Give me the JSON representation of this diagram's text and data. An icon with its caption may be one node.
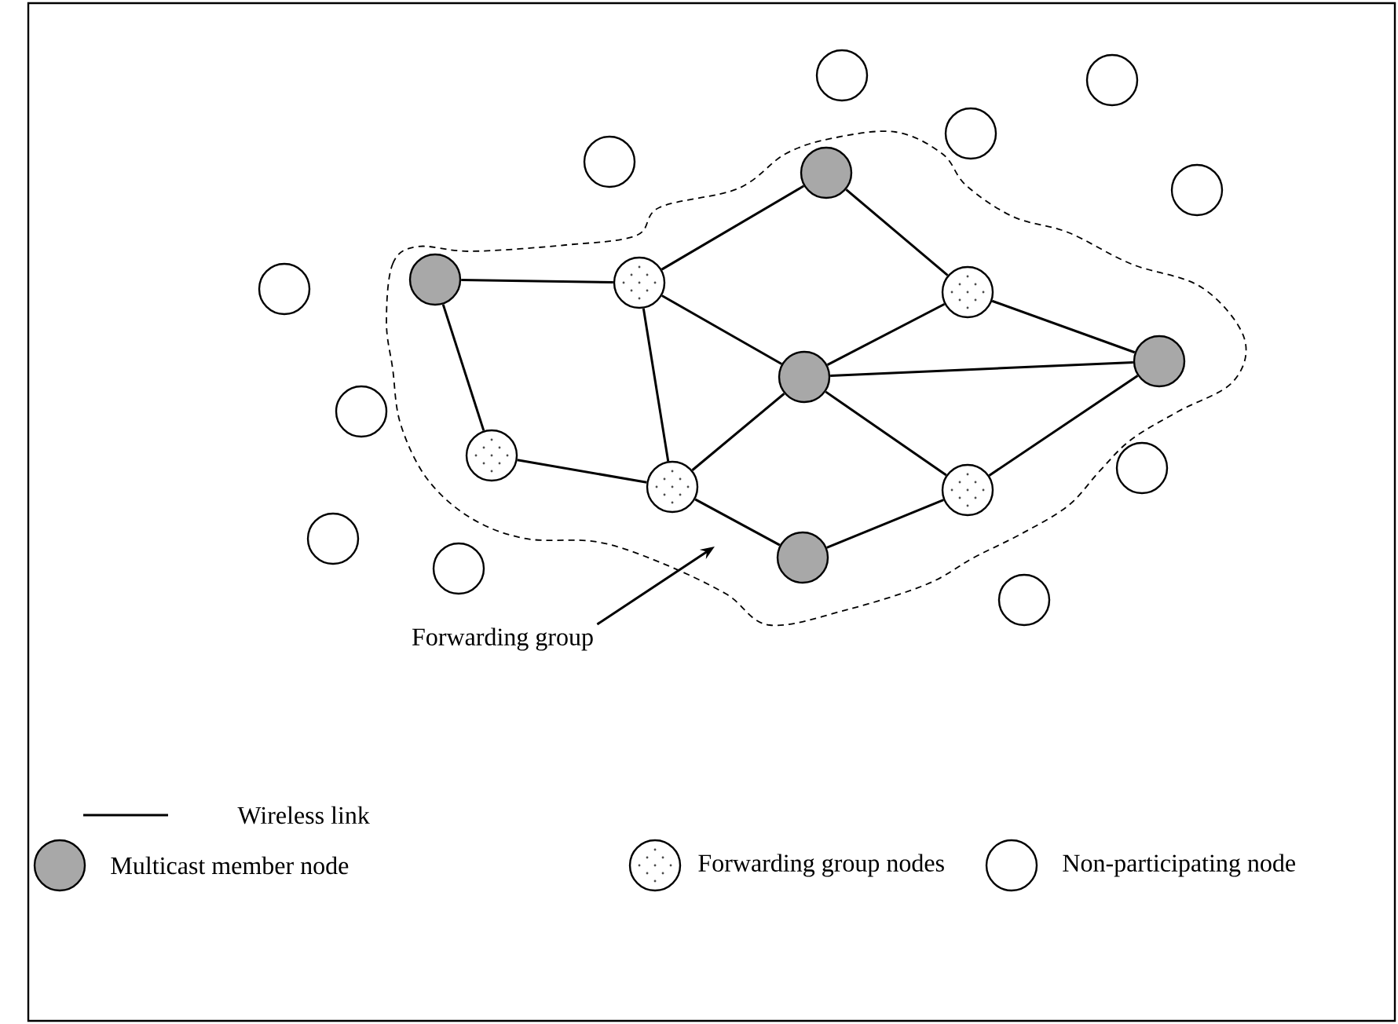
{
  "diagram": {
    "nodes": [
      {
        "text": [],
        "shape": "cloud"
      },
      {
        "text": [],
        "shape": "circle",
        "in": 0
      },
      {
        "text": [],
        "shape": "circle",
        "in": 0
      },
      {
        "text": [],
        "shape": "circle",
        "in": 0
      },
      {
        "text": [],
        "shape": "circle",
        "in": 0
      },
      {
        "text": [],
        "shape": "circle",
        "in": 0
      },
      {
        "text": [],
        "shape": "circle",
        "in": 0
      },
      {
        "text": [],
        "shape": "circle",
        "in": 0
      },
      {
        "text": [],
        "shape": "circle",
        "in": 0
      },
      {
        "text": [],
        "shape": "circle",
        "in": 0
      },
      {
        "text": [],
        "shape": "circle",
        "in": 0
      },
      {
        "text": [],
        "shape": "circle"
      },
      {
        "text": [],
        "shape": "circle"
      },
      {
        "text": [],
        "shape": "circle"
      },
      {
        "text": [],
        "shape": "circle"
      },
      {
        "text": [],
        "shape": "circle"
      },
      {
        "text": [],
        "shape": "circle"
      },
      {
        "text": [],
        "shape": "circle"
      },
      {
        "text": [],
        "shape": "circle"
      },
      {
        "text": [],
        "shape": "circle"
      },
      {
        "text": [],
        "shape": "circle"
      },
      {
        "text": [],
        "shape": "circle"
      },
      {
        "text": [
          "Forwarding group"
        ]
      }
    ],
    "edges": [
      {
        "from": 2,
        "to": 3,
        "arrow": "none"
      },
      {
        "from": 2,
        "to": 7,
        "arrow": "none"
      },
      {
        "from": 7,
        "to": 8,
        "arrow": "none"
      },
      {
        "from": 3,
        "to": 8,
        "arrow": "none"
      },
      {
        "from": 3,
        "to": 1,
        "arrow": "none"
      },
      {
        "from": 3,
        "to": 6,
        "arrow": "none"
      },
      {
        "from": 1,
        "to": 4,
        "arrow": "none"
      },
      {
        "from": 4,
        "to": 6,
        "arrow": "none"
      },
      {
        "from": 6,
        "to": 5,
        "arrow": "none"
      },
      {
        "from": 4,
        "to": 5,
        "arrow": "none"
      },
      {
        "from": 6,
        "to": 8,
        "arrow": "none"
      },
      {
        "from": 6,
        "to": 9,
        "arrow": "none"
      },
      {
        "from": 9,
        "to": 5,
        "arrow": "none"
      },
      {
        "from": 8,
        "to": 10,
        "arrow": "none"
      },
      {
        "from": 10,
        "to": 9,
        "arrow": "none"
      },
      {
        "from": 22,
        "to": 0,
        "arrow": "to"
      }
    ],
    "legend": [
      {
        "text": "Wireless link"
      },
      {
        "text": "Multicast member node"
      },
      {
        "text": "Forwarding group nodes"
      },
      {
        "text": "Non-participating node"
      }
    ]
  }
}
